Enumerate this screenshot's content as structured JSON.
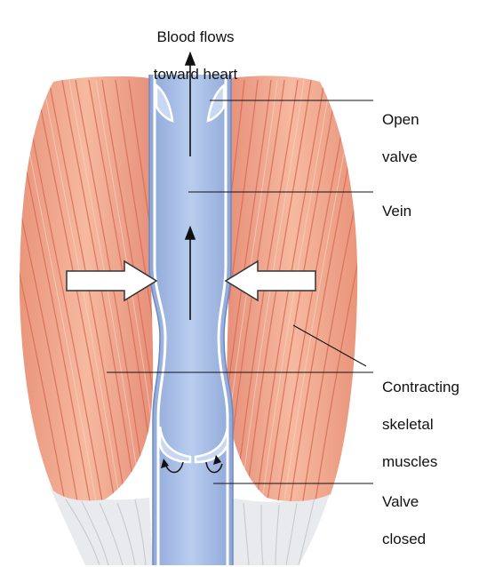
{
  "labels": {
    "blood_flow": [
      "Blood flows",
      "toward heart"
    ],
    "open_valve": [
      "Open",
      "valve"
    ],
    "vein": [
      "Vein"
    ],
    "muscles": [
      "Contracting",
      "skeletal",
      "muscles"
    ],
    "valve_closed": [
      "Valve",
      "closed"
    ]
  },
  "colors": {
    "muscle": "#f0a58a",
    "muscle_dark": "#d9705a",
    "muscle_light": "#f8c7b2",
    "tendon": "#e6e8ec",
    "vein": "#a9bfe6",
    "vein_edge": "#ffffff",
    "vein_shadow": "#7f98cc",
    "arrow_fill": "#ffffff",
    "arrow_stroke": "#333333",
    "text": "#111111"
  }
}
